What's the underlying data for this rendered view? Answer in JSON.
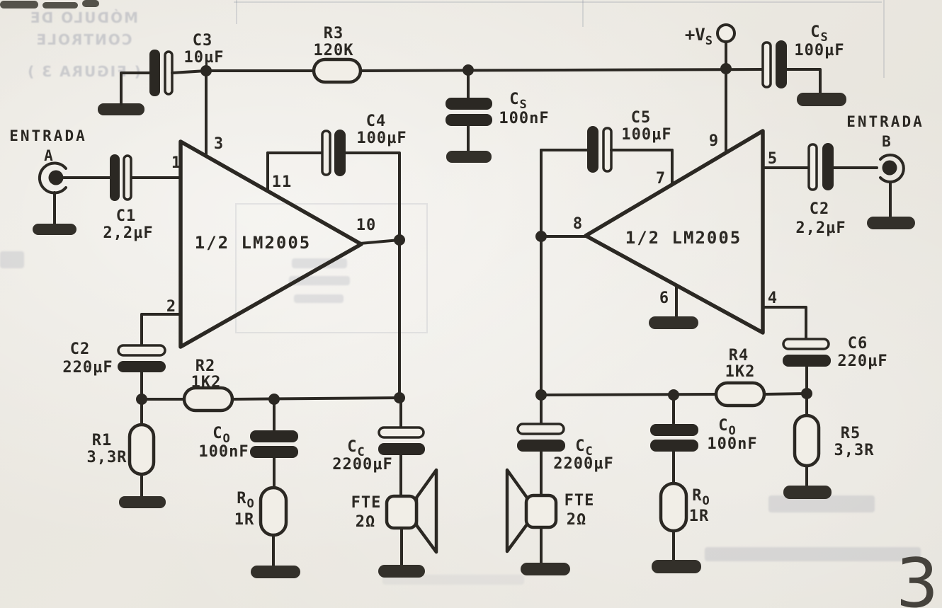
{
  "figure": {
    "number": "3"
  },
  "ics": {
    "left": "1/2 LM2005",
    "right": "1/2 LM2005"
  },
  "inputs": {
    "left": {
      "title": "ENTRADA",
      "port": "A"
    },
    "right": {
      "title": "ENTRADA",
      "port": "B"
    }
  },
  "supply": {
    "name": "+V",
    "sub": "S"
  },
  "pins": {
    "left": {
      "p1": "1",
      "p2": "2",
      "p3": "3",
      "p10": "10",
      "p11": "11"
    },
    "right": {
      "p4": "4",
      "p5": "5",
      "p6": "6",
      "p7": "7",
      "p8": "8",
      "p9": "9"
    }
  },
  "components": {
    "c1": {
      "name": "C1",
      "value": "2,2µF"
    },
    "c3": {
      "name": "C3",
      "value": "10µF"
    },
    "r3": {
      "name": "R3",
      "value": "120K"
    },
    "c4": {
      "name": "C4",
      "value": "100µF"
    },
    "cs_bypass": {
      "name": "C",
      "sub": "S",
      "value": "100nF"
    },
    "cs_supply": {
      "name": "C",
      "sub": "S",
      "value": "100µF"
    },
    "c5": {
      "name": "C5",
      "value": "100µF"
    },
    "c2_left": {
      "name": "C2",
      "value": "220µF"
    },
    "c2_right": {
      "name": "C2",
      "value": "2,2µF"
    },
    "c6": {
      "name": "C6",
      "value": "220µF"
    },
    "r1": {
      "name": "R1",
      "value": "3,3R"
    },
    "r2": {
      "name": "R2",
      "value": "1K2"
    },
    "r4": {
      "name": "R4",
      "value": "1K2"
    },
    "r5": {
      "name": "R5",
      "value": "3,3R"
    },
    "co_left": {
      "name": "C",
      "sub": "O",
      "value": "100nF"
    },
    "co_right": {
      "name": "C",
      "sub": "O",
      "value": "100nF"
    },
    "ro_left": {
      "name": "R",
      "sub": "O",
      "value": "1R"
    },
    "ro_right": {
      "name": "R",
      "sub": "O",
      "value": "1R"
    },
    "cc_left": {
      "name": "C",
      "sub": "C",
      "value": "2200µF"
    },
    "cc_right": {
      "name": "C",
      "sub": "C",
      "value": "2200µF"
    },
    "fte_left": {
      "name": "FTE",
      "value": "2Ω"
    },
    "fte_right": {
      "name": "FTE",
      "value": "2Ω"
    }
  },
  "artifacts": {
    "bleed_text": [
      "MÓDULO DE",
      "CONTROLE",
      "( FIGURA 3 )"
    ]
  }
}
